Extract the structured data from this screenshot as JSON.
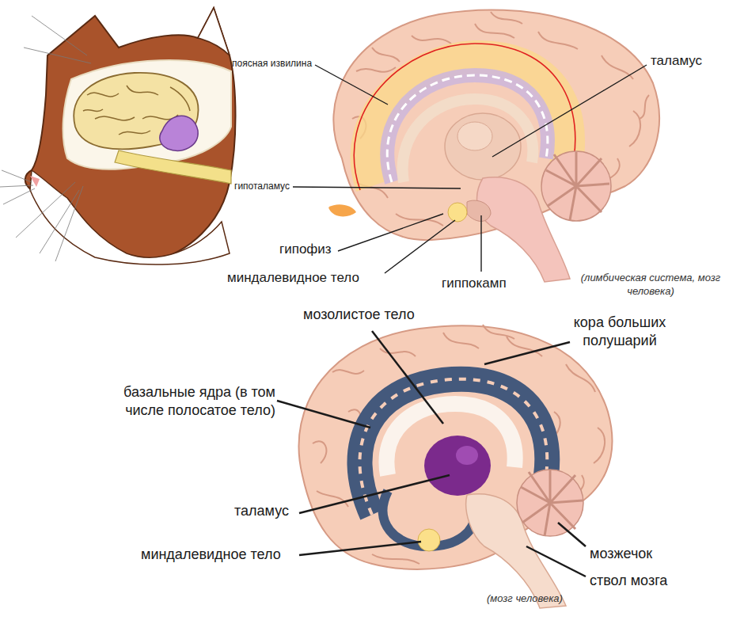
{
  "diagram": {
    "labels": [
      "поясная извилина",
      "таламус",
      "гипоталамус",
      "гипофиз",
      "миндалевидное тело",
      "гиппокамп",
      "(лимбическая система, мозг человека)",
      "мозолистое тело",
      "кора больших полушарий",
      "базальные ядра (в том числе полосатое тело)",
      "таламус",
      "миндалевидное тело",
      "мозжечок",
      "ствол мозга",
      "(мозг человека)"
    ]
  }
}
